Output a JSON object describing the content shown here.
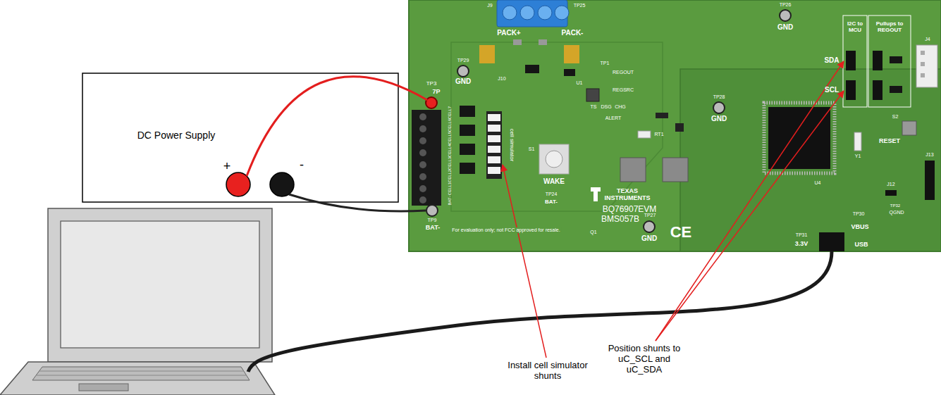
{
  "diagram": {
    "nodes": [
      {
        "text": [
          "DC Power Supply"
        ]
      }
    ],
    "labels": [
      "+",
      "-",
      "TP3",
      "7P",
      "TP29",
      "GND",
      "J9",
      "TP25",
      "PACK+",
      "PACK-",
      "TP26",
      "GND",
      "I2C to MCU",
      "Pullups to REGOUT",
      "SDA",
      "SCL",
      "J4",
      "S2",
      "RESET",
      "TP28",
      "GND",
      "J10",
      "cell simulator",
      "CELL7",
      "CELL6",
      "CELL5",
      "CELL4",
      "CELL3",
      "CELL2",
      "CELL1",
      "BAT-",
      "TP9",
      "BAT-",
      "S1",
      "WAKE",
      "TP24",
      "BAT-",
      "TP1",
      "REGOUT",
      "U1",
      "REGSRC",
      "TS",
      "DSG",
      "CHG",
      "ALERT",
      "RT1",
      "Q1",
      "TEXAS INSTRUMENTS",
      "BQ76907EVM",
      "BMS057B",
      "For evaluation only; not FCC approved for resale.",
      "TP27",
      "GND",
      "CE",
      "U4",
      "Y1",
      "J12",
      "J13",
      "TP32",
      "QGND",
      "TP30",
      "VBUS",
      "TP31",
      "3.3V",
      "USB",
      "Install cell simulator shunts",
      "Position shunts to uC_SCL and uC_SDA"
    ]
  }
}
